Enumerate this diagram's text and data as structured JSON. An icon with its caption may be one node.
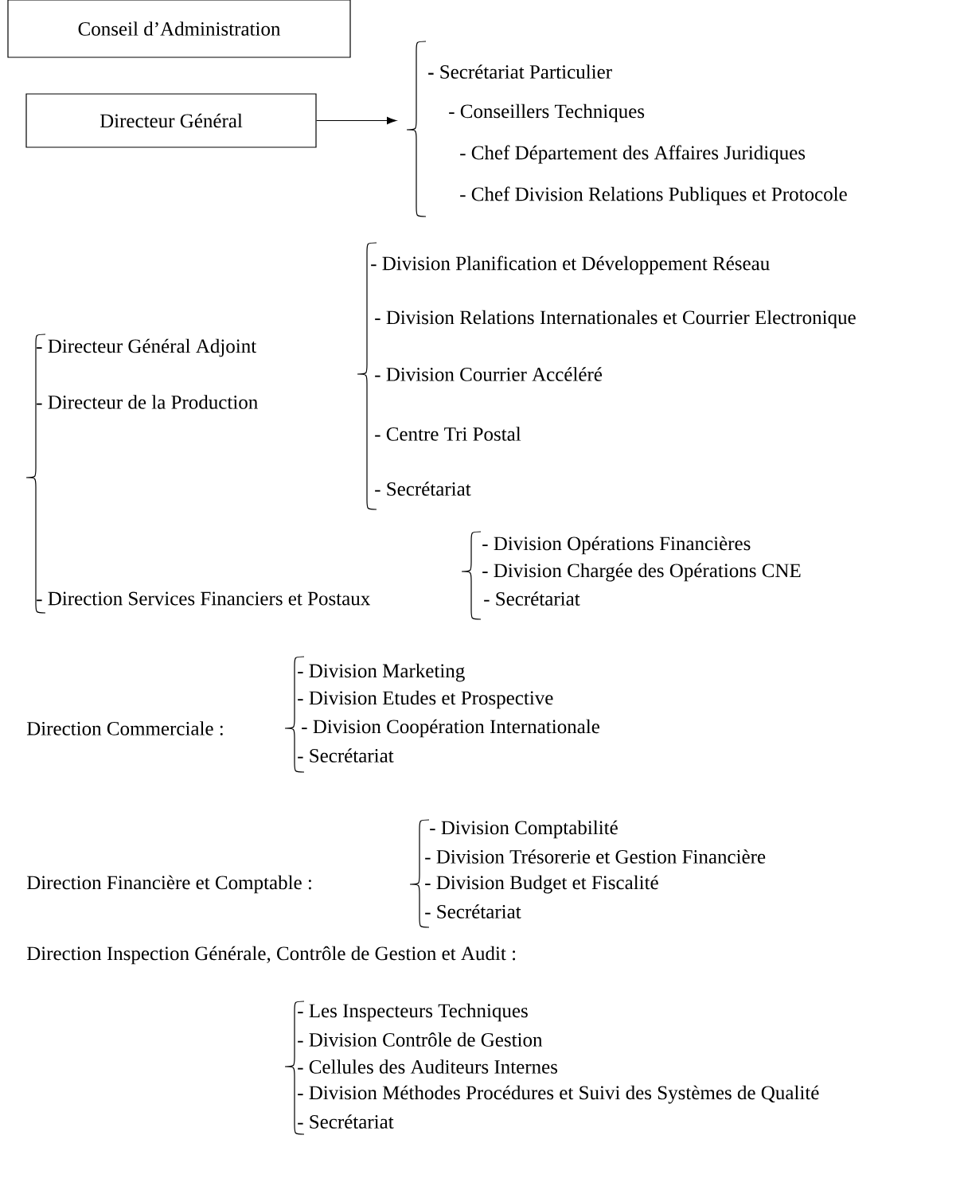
{
  "diagram": {
    "nodes": [
      {
        "text": [
          "Conseil d’Administration"
        ]
      },
      {
        "text": [
          "Directeur Général"
        ]
      },
      {
        "text": [
          "**-** Secrétariat Particulier",
          "- Conseillers Techniques",
          "- Chef Département des Affaires Juridiques",
          "- Chef Division Relations Publiques et Protocole"
        ]
      }
    ],
    "edges": [
      {
        "from": 1,
        "to": 2,
        "arrow": "to"
      }
    ],
    "labels": [
      "- Division Planification et Développement Réseau",
      "- Division Relations Internationales et Courrier Electronique",
      "- Directeur Général Adjoint",
      "- Division Courrier Accéléré",
      "- Directeur de la Production",
      "- Centre Tri Postal",
      "- Secrétariat",
      "- Division Opérations Financières",
      "- Division Chargée des Opérations CNE",
      "- Direction Services Financiers et Postaux",
      "- Secrétariat",
      "- Division Marketing",
      "- Division Etudes et Prospective",
      "Direction Commerciale :",
      "- Division Coopération Internationale",
      "- Secrétariat",
      "- Division Comptabilité",
      "- Division Trésorerie et Gestion Financière",
      "Direction Financière et Comptable :",
      "- Division Budget et Fiscalité",
      "- Secrétariat",
      "Direction Inspection Générale, Contrôle de Gestion et Audit :",
      "- Les Inspecteurs Techniques",
      "- Division Contrôle de Gestion",
      "- Cellules des Auditeurs Internes",
      "- Division Méthodes Procédures et Suivi des Systèmes de Qualité",
      "- Secrétariat"
    ]
  }
}
